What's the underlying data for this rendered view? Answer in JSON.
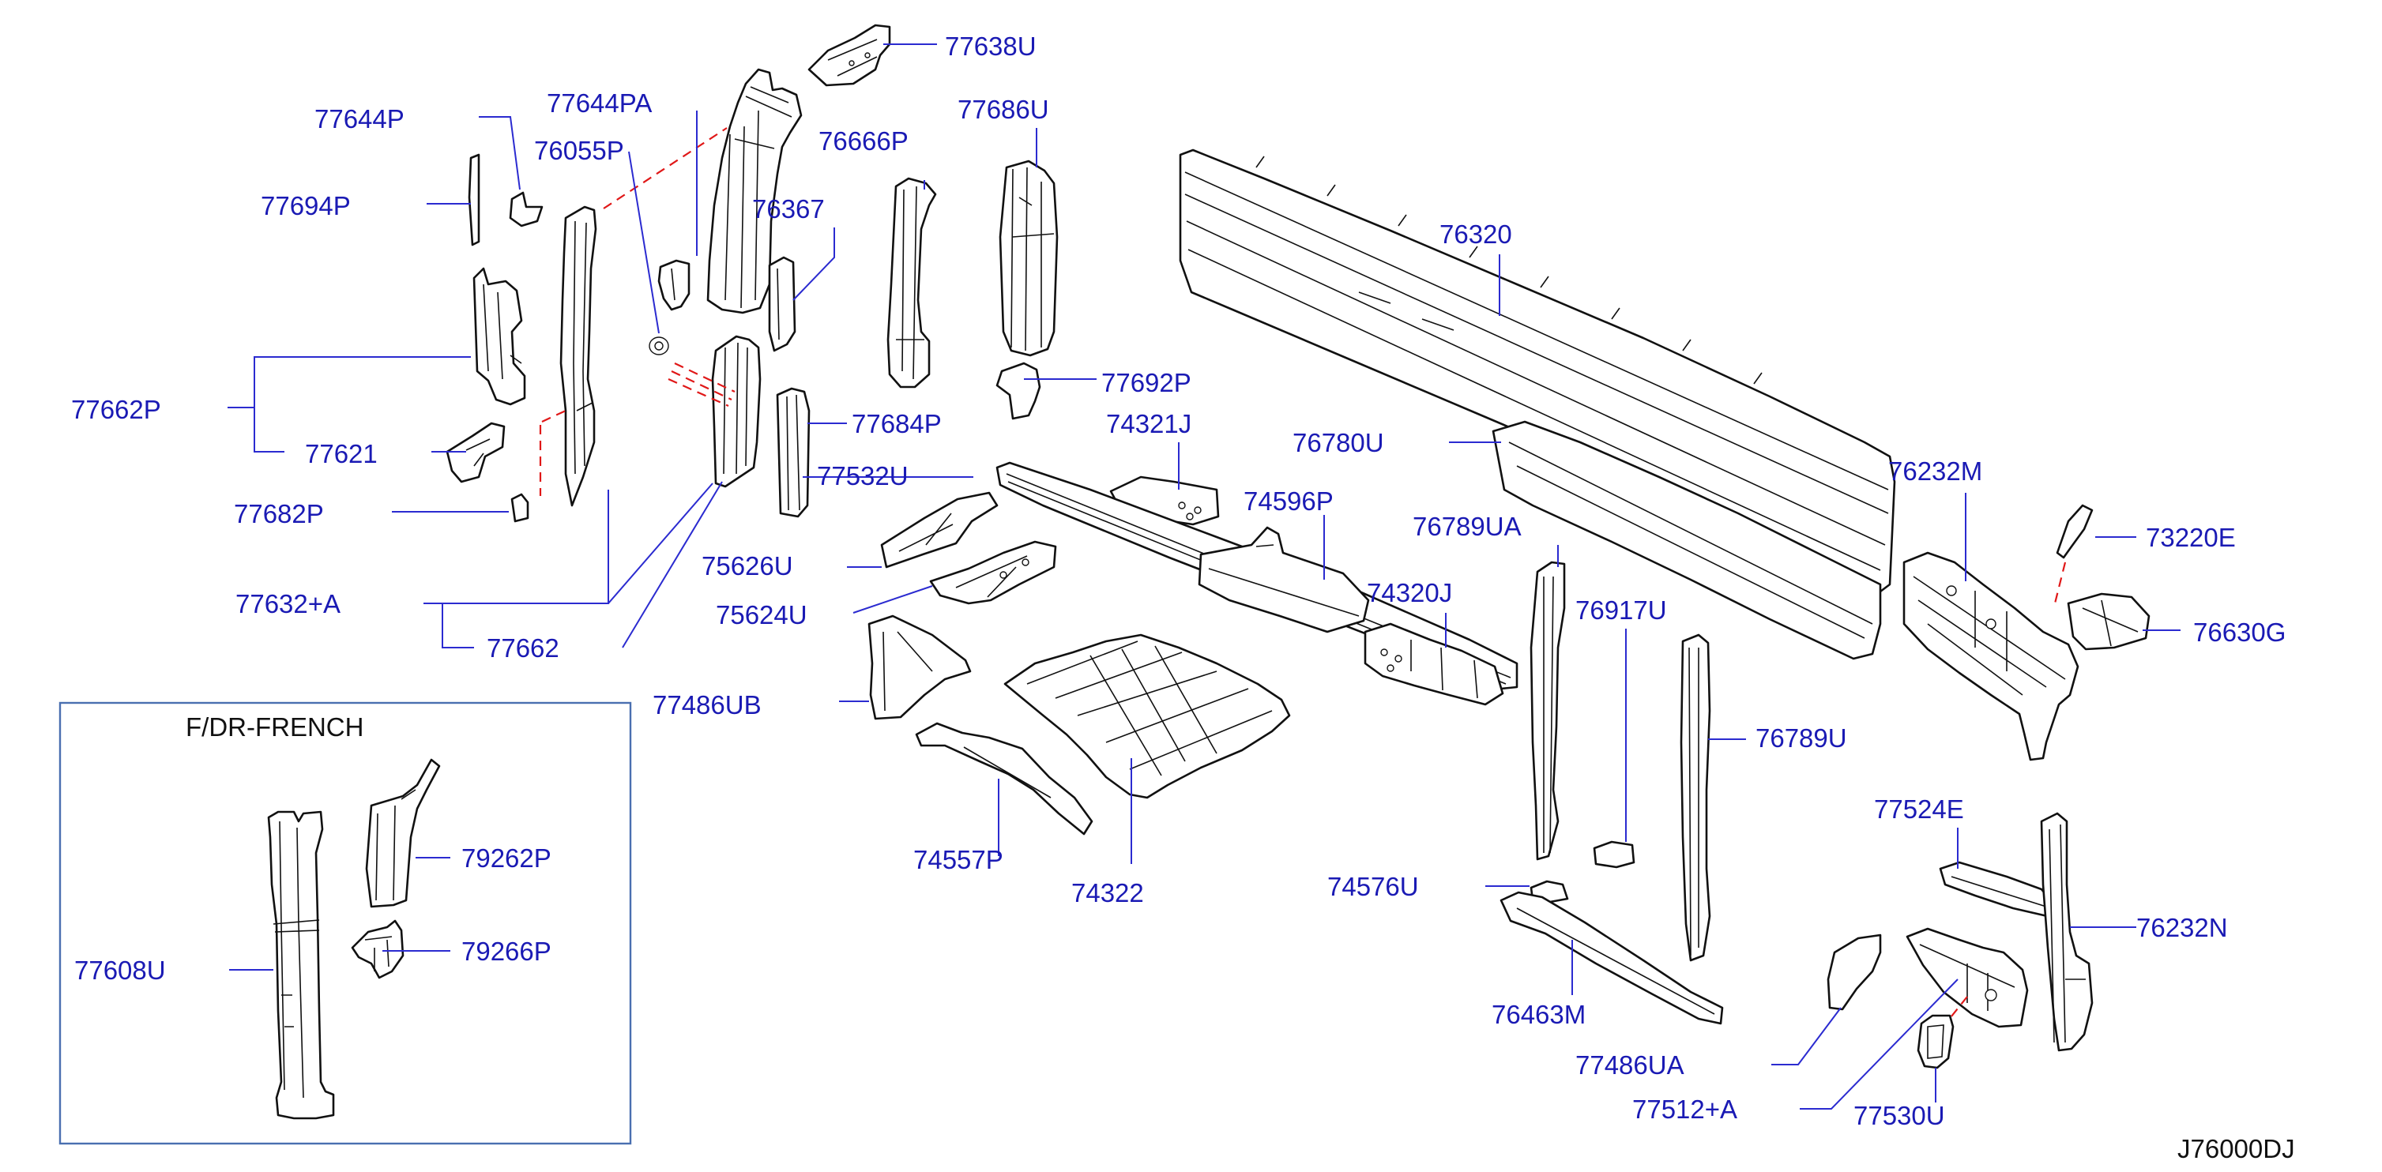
{
  "part_labels": {
    "p77638U": "77638U",
    "p77644P": "77644P",
    "p77644PA": "77644PA",
    "p76055P": "76055P",
    "p77694P": "77694P",
    "p76666P": "76666P",
    "p77686U": "77686U",
    "p76367": "76367",
    "p76320": "76320",
    "p77662P": "77662P",
    "p77621": "77621",
    "p77692P": "77692P",
    "p77684P": "77684P",
    "p74321J": "74321J",
    "p76780U": "76780U",
    "p77682P": "77682P",
    "p77532U": "77532U",
    "p74596P": "74596P",
    "p76232M": "76232M",
    "p76789UA": "76789UA",
    "p73220E": "73220E",
    "p75626U": "75626U",
    "p77632A": "77632+A",
    "p74320J": "74320J",
    "p75624U": "75624U",
    "p76917U": "76917U",
    "p76630G": "76630G",
    "p77662": "77662",
    "p77486UB": "77486UB",
    "p76789U": "76789U",
    "p77524E": "77524E",
    "p74557P": "74557P",
    "p74322": "74322",
    "p74576U": "74576U",
    "p76232N": "76232N",
    "p76463M": "76463M",
    "p77486UA": "77486UA",
    "p77512A": "77512+A",
    "p77530U": "77530U",
    "p79262P": "79262P",
    "p79266P": "79266P",
    "p77608U": "77608U"
  },
  "inset_title": "F/DR-FRENCH",
  "diagram_code": "J76000DJ",
  "colors": {
    "label": "#1a1ab4",
    "leader": "#2b2bd0",
    "dashed_link": "#e01818",
    "inset_border": "#4a6fb0"
  }
}
